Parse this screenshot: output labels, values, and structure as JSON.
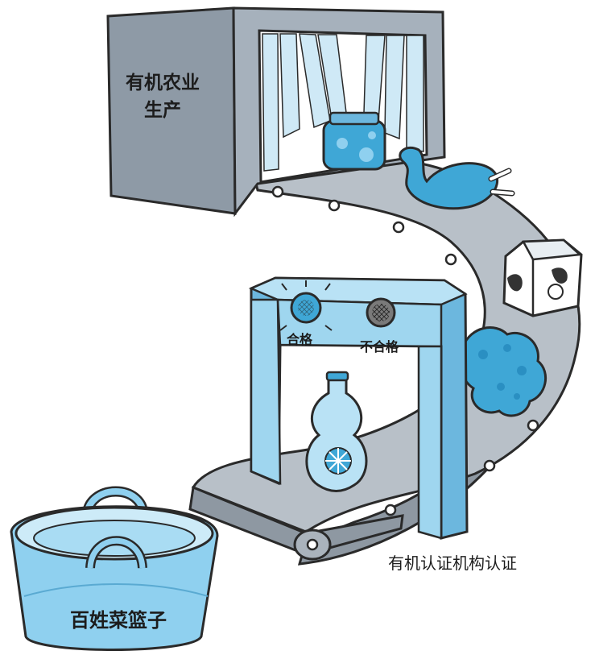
{
  "labels": {
    "factory_line1": "有机农业",
    "factory_line2": "生产",
    "light_pass": "合格",
    "light_fail": "不合格",
    "certification": "有机认证机构认证",
    "basket": "百姓菜篮子"
  },
  "colors": {
    "outline": "#2a2a2a",
    "factory_gray": "#8e9aa6",
    "belt_gray": "#b4bcc4",
    "arch_blue": "#9fd6ef",
    "arch_blue_dark": "#6cb7de",
    "item_blue": "#3fa7d6",
    "basket_blue": "#8fd0ef"
  },
  "icons": [
    "jar-icon",
    "chicken-icon",
    "milk-carton-icon",
    "broccoli-icon",
    "milk-bottle-icon",
    "pass-light-icon",
    "fail-light-icon",
    "basket-icon"
  ]
}
